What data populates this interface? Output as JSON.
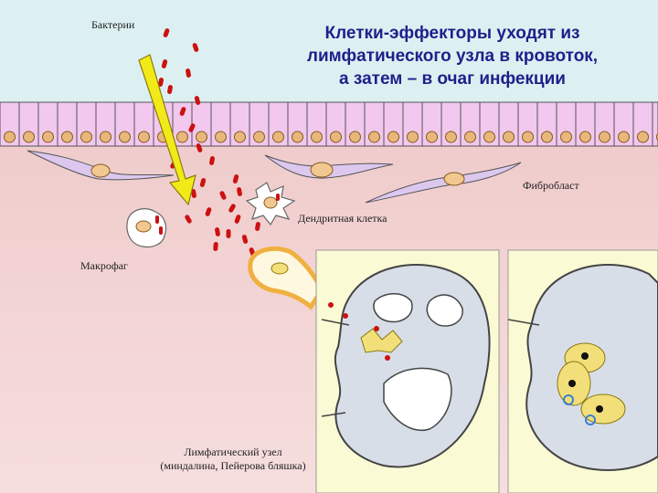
{
  "title": {
    "line1": "Клетки-эффекторы уходят из",
    "line2": "лимфатического узла в кровоток,",
    "line3": "а затем – в очаг инфекции"
  },
  "labels": {
    "bacteria": "Бактерии",
    "fibroblast": "Фибробласт",
    "dendritic_cell": "Дендритная клетка",
    "macrophage": "Макрофаг",
    "lymph_node_line1": "Лимфатический узел",
    "lymph_node_line2": "(миндалина, Пейерова бляшка)"
  },
  "colors": {
    "background_top": "#dcf0f2",
    "tissue": "#f3d4d4",
    "epithelium": "#f2c8ee",
    "bacteria": "#cc1111",
    "arrow": "#f2ea18",
    "title": "#1f1f8a",
    "panel_bg": "#fafbd4",
    "node_fill": "#d8dee8",
    "cell_yellow": "#f2df7a"
  }
}
